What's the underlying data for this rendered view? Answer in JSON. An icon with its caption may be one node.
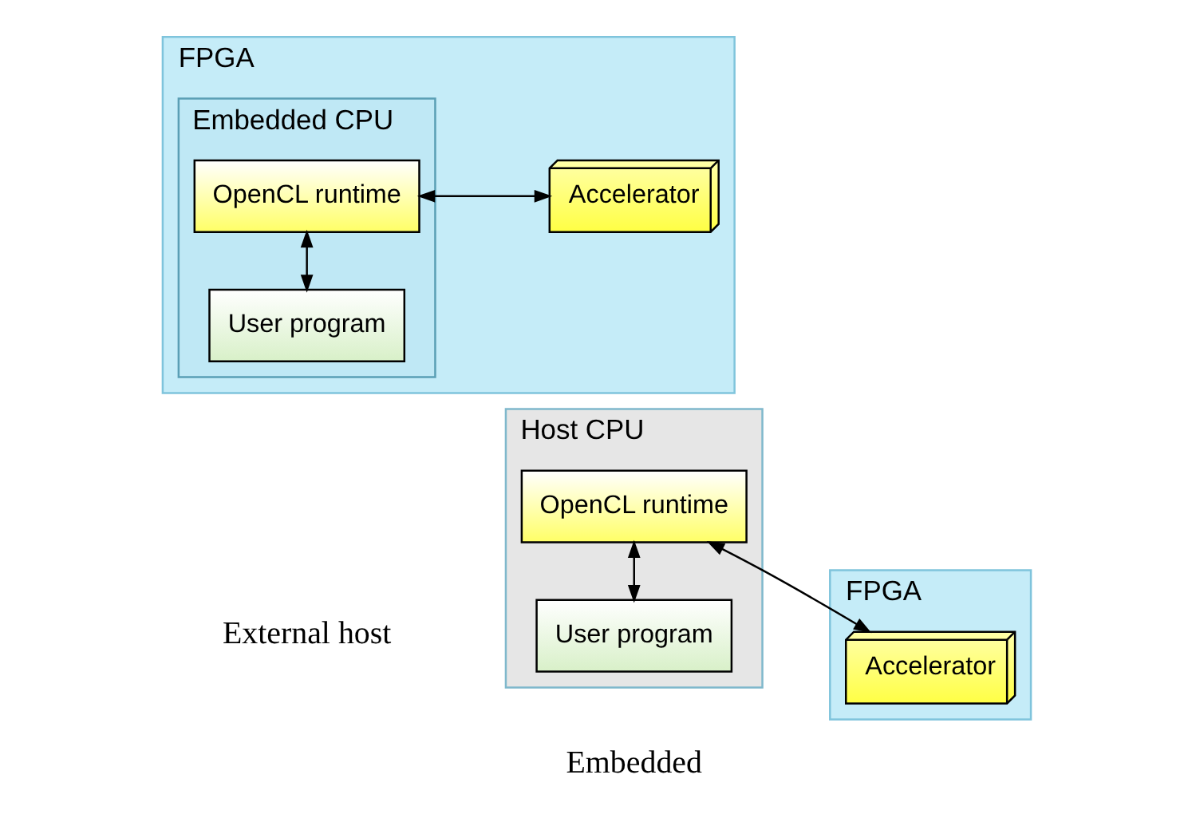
{
  "diagram": {
    "nodes": [
      {
        "text": [
          "Host CPU"
        ]
      },
      {
        "text": [
          "User program"
        ],
        "in": 0
      },
      {
        "text": [
          "OpenCL runtime"
        ],
        "in": 0
      },
      {
        "text": [
          "FPGA"
        ]
      },
      {
        "text": [
          "Accelerator"
        ],
        "in": 3
      },
      {
        "text": [
          "FPGA"
        ]
      },
      {
        "text": [
          "Embedded CPU"
        ],
        "in": 5
      },
      {
        "text": [
          "User program"
        ],
        "in": 6
      },
      {
        "text": [
          "OpenCL runtime"
        ],
        "in": 6
      },
      {
        "text": [
          "Accelerator"
        ],
        "in": 5
      }
    ],
    "edges": [
      {
        "from": 1,
        "to": 2,
        "arrow": "both"
      },
      {
        "from": 2,
        "to": 4,
        "arrow": "both"
      },
      {
        "from": 7,
        "to": 8,
        "arrow": "both"
      },
      {
        "from": 8,
        "to": 9,
        "arrow": "both"
      }
    ],
    "labels": [
      "External host",
      "Embedded"
    ]
  }
}
